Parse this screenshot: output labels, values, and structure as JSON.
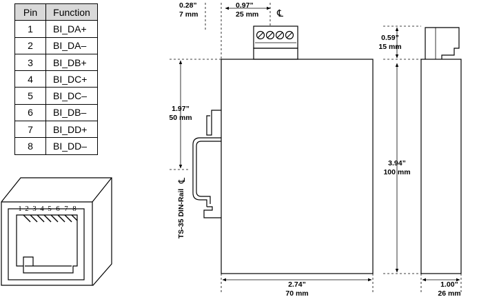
{
  "pin_table": {
    "headers": [
      "Pin",
      "Function"
    ],
    "rows": [
      [
        "1",
        "BI_DA+"
      ],
      [
        "2",
        "BI_DA–"
      ],
      [
        "3",
        "BI_DB+"
      ],
      [
        "4",
        "BI_DC+"
      ],
      [
        "5",
        "BI_DC–"
      ],
      [
        "6",
        "BI_DB–"
      ],
      [
        "7",
        "BI_DD+"
      ],
      [
        "8",
        "BI_DD–"
      ]
    ]
  },
  "jack": {
    "pin_numbers": [
      "1",
      "2",
      "3",
      "4",
      "5",
      "6",
      "7",
      "8"
    ]
  },
  "dimensions": {
    "rail_offset": {
      "in": "0.28”",
      "mm": "7 mm"
    },
    "terminal_width": {
      "in": "0.97”",
      "mm": "25 mm"
    },
    "centerline_symbol": "℄",
    "terminal_height": {
      "in": "0.59”",
      "mm": "15 mm"
    },
    "rail_center": {
      "in": "1.97”",
      "mm": "50 mm"
    },
    "height": {
      "in": "3.94”",
      "mm": "100 mm"
    },
    "width": {
      "in": "2.74”",
      "mm": "70 mm"
    },
    "depth": {
      "in": "1.00”",
      "mm": "26 mm"
    },
    "rail_label": "TS-35 DIN-Rail"
  }
}
